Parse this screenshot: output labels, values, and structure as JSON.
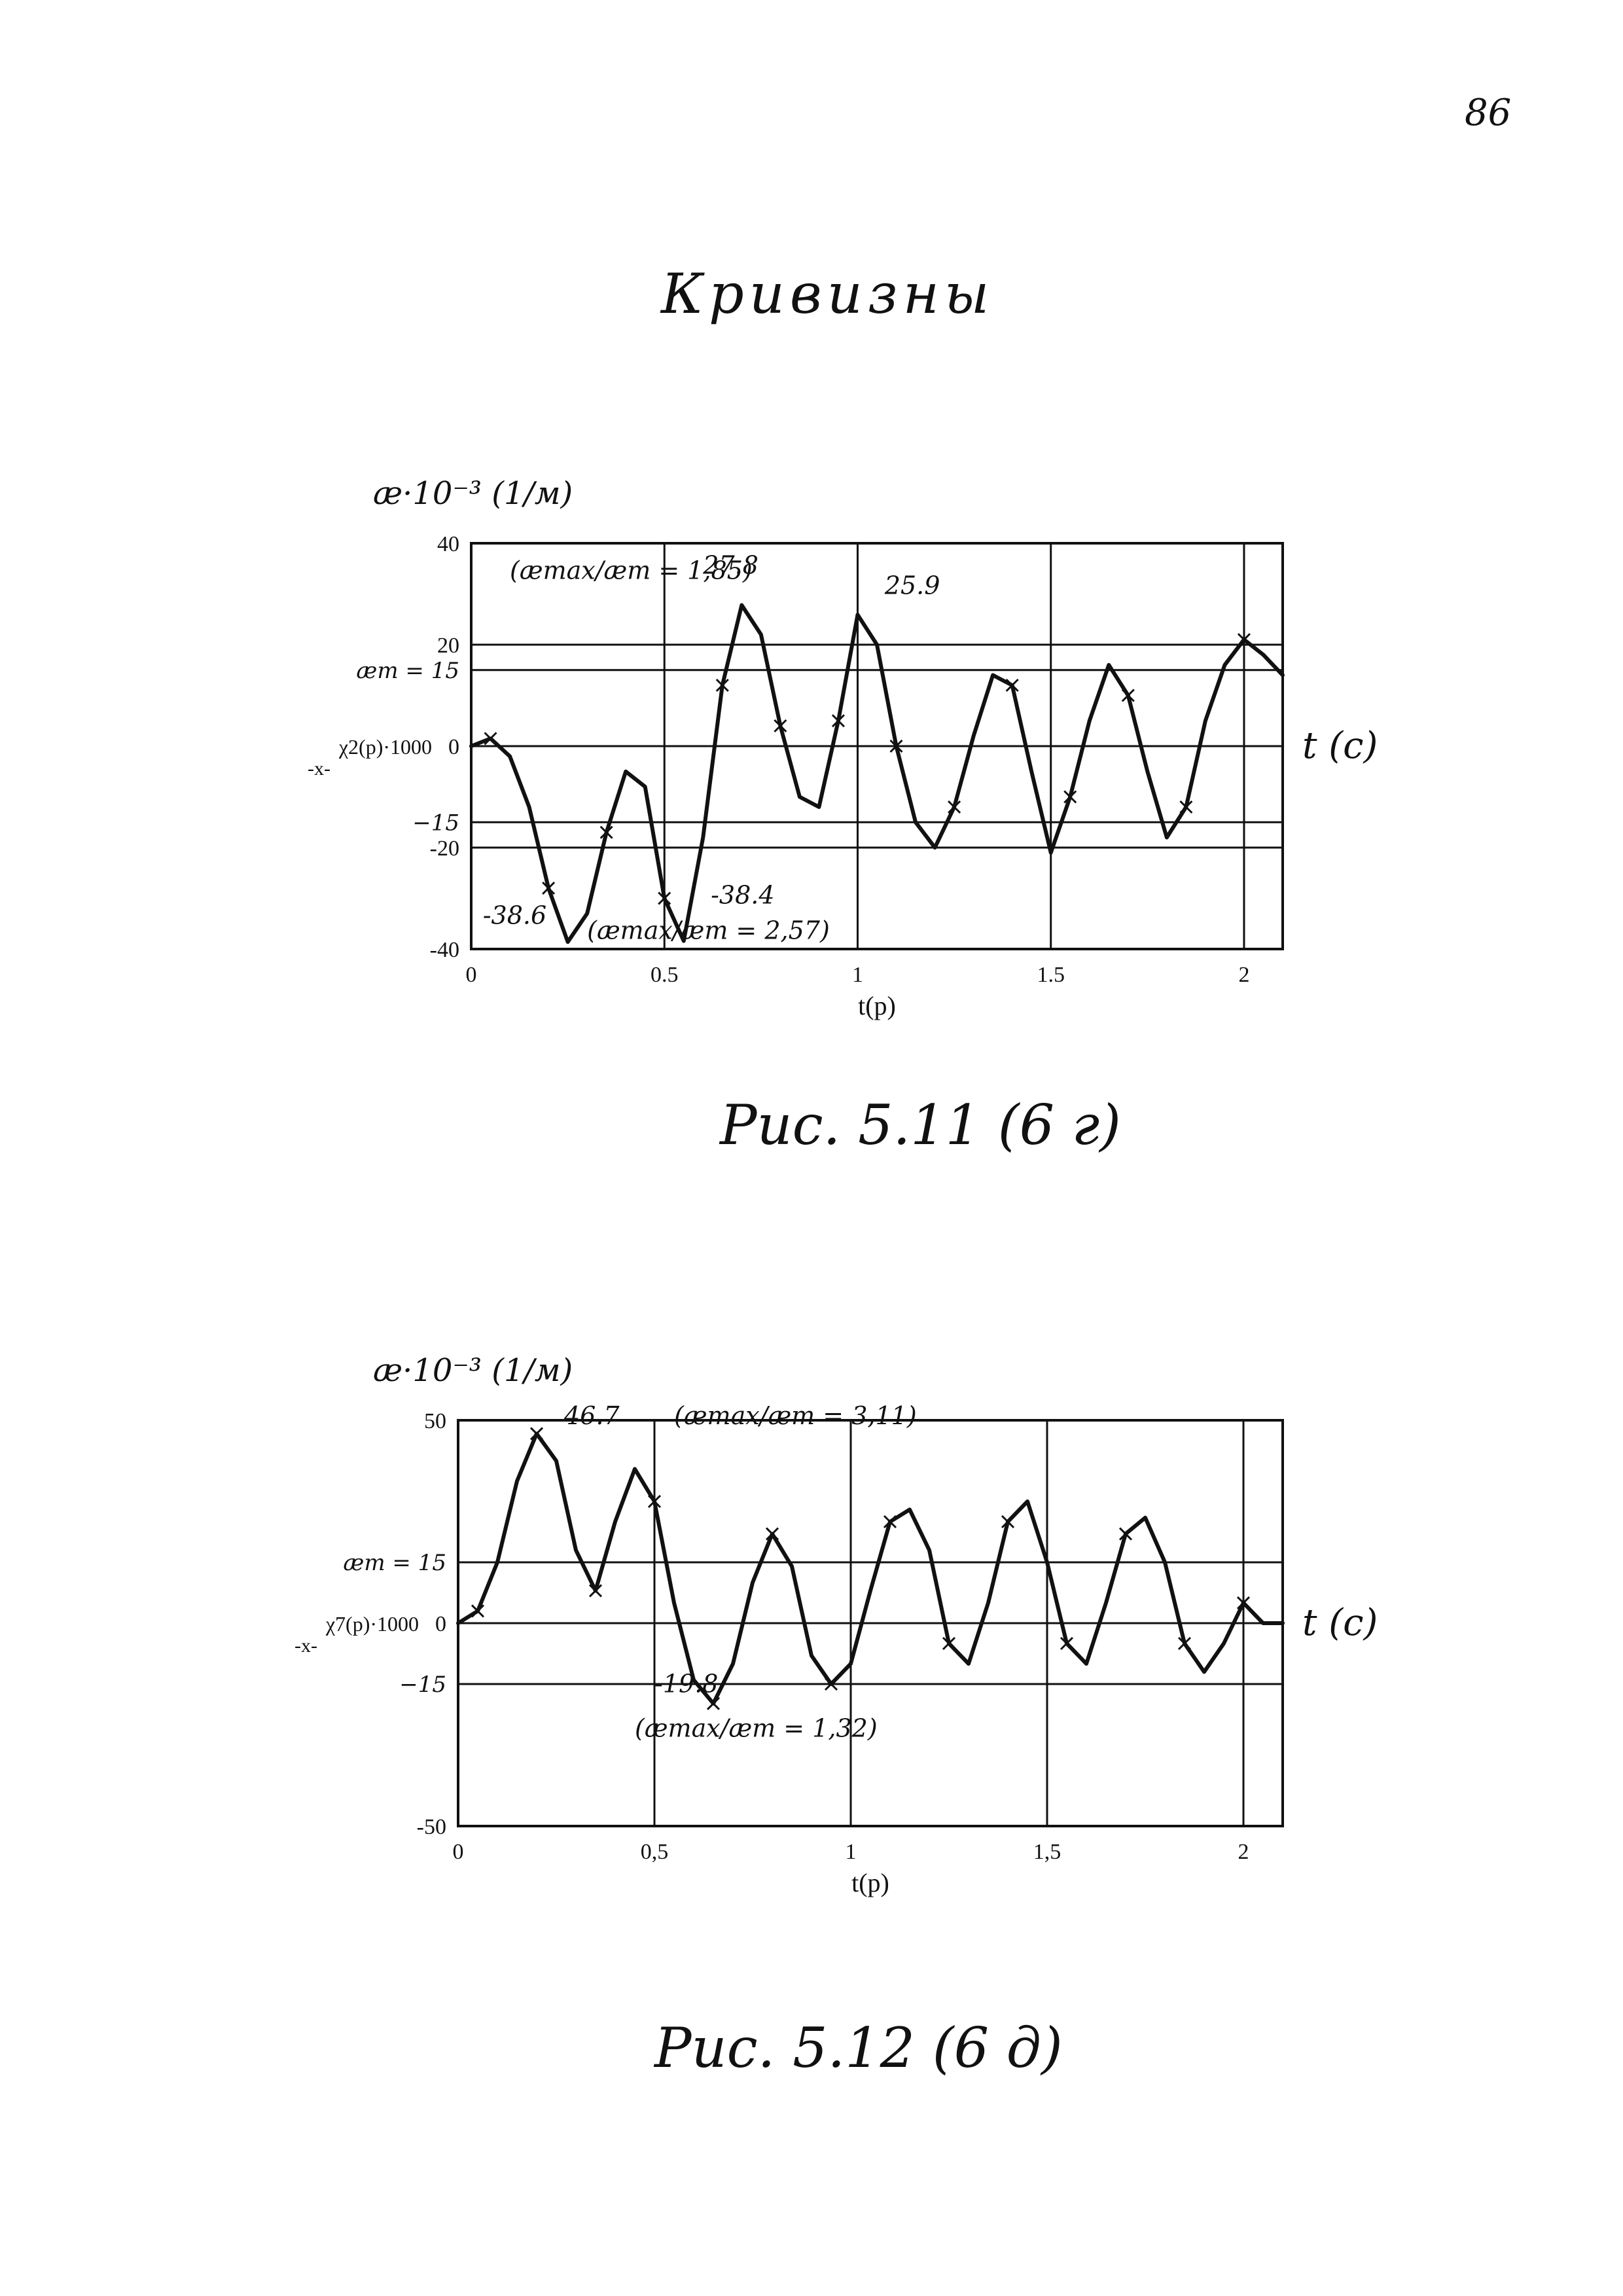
{
  "page_number": "86",
  "title": "Кривизны",
  "captions": [
    "Рис. 5.11    (6 г)",
    "Рис. 5.12    (6 д)"
  ],
  "chart_data": [
    {
      "type": "line",
      "ylabel": "æ·10⁻³ (1/м)",
      "xlabel": "t(p)",
      "x_axis_note": "t (c)",
      "series_label": "χ2(p)·1000",
      "series_marker_label": "-x-",
      "xlim": [
        0,
        2.1
      ],
      "ylim": [
        -40,
        40
      ],
      "grid": true,
      "x_ticks": [
        {
          "v": 0,
          "label": "0"
        },
        {
          "v": 0.5,
          "label": "0.5"
        },
        {
          "v": 1,
          "label": "1"
        },
        {
          "v": 1.5,
          "label": "1.5"
        },
        {
          "v": 2,
          "label": "2"
        }
      ],
      "y_ticks": [
        {
          "v": 40,
          "label": "40"
        },
        {
          "v": 20,
          "label": "20"
        },
        {
          "v": 0,
          "label": "0"
        },
        {
          "v": -20,
          "label": "-20"
        },
        {
          "v": -40,
          "label": "-40"
        }
      ],
      "threshold_labels": [
        {
          "v": 15,
          "label": "æт = 15"
        },
        {
          "v": -15,
          "label": "−15"
        }
      ],
      "series": [
        {
          "x": [
            0,
            0.05,
            0.1,
            0.15,
            0.2,
            0.25,
            0.3,
            0.35,
            0.4,
            0.45,
            0.5,
            0.55,
            0.6,
            0.65,
            0.7,
            0.75,
            0.8,
            0.85,
            0.9,
            0.95,
            1,
            1.05,
            1.1,
            1.15,
            1.2,
            1.25,
            1.3,
            1.35,
            1.4,
            1.45,
            1.5,
            1.55,
            1.6,
            1.65,
            1.7,
            1.75,
            1.8,
            1.85,
            1.9,
            1.95,
            2,
            2.05,
            2.1
          ],
          "values": [
            0,
            1.5,
            -2,
            -12,
            -28,
            -38.6,
            -33,
            -17,
            -5,
            -8,
            -30,
            -38.4,
            -18,
            12,
            27.8,
            22,
            4,
            -10,
            -12,
            5,
            25.9,
            20,
            0,
            -15,
            -20,
            -12,
            2,
            14,
            12,
            -5,
            -21,
            -10,
            5,
            16,
            10,
            -5,
            -18,
            -12,
            5,
            16,
            21,
            18,
            14
          ]
        }
      ],
      "annotations": [
        {
          "text": "(æmax/æт = 1,85)",
          "x": 0.1,
          "y": 33
        },
        {
          "text": "27.8",
          "x": 0.6,
          "y": 34
        },
        {
          "text": "25.9",
          "x": 1.07,
          "y": 30
        },
        {
          "text": "-38.6",
          "x": 0.03,
          "y": -35
        },
        {
          "text": "-38.4",
          "x": 0.62,
          "y": -31
        },
        {
          "text": "(æmax/æт = 2,57)",
          "x": 0.3,
          "y": -38
        }
      ]
    },
    {
      "type": "line",
      "ylabel": "æ·10⁻³ (1/м)",
      "xlabel": "t(p)",
      "x_axis_note": "t (c)",
      "series_label": "χ7(p)·1000",
      "series_marker_label": "-x-",
      "xlim": [
        0,
        2.1
      ],
      "ylim": [
        -50,
        50
      ],
      "grid": true,
      "x_ticks": [
        {
          "v": 0,
          "label": "0"
        },
        {
          "v": 0.5,
          "label": "0,5"
        },
        {
          "v": 1,
          "label": "1"
        },
        {
          "v": 1.5,
          "label": "1,5"
        },
        {
          "v": 2,
          "label": "2"
        }
      ],
      "y_ticks": [
        {
          "v": 50,
          "label": "50"
        },
        {
          "v": 0,
          "label": "0"
        },
        {
          "v": -50,
          "label": "-50"
        }
      ],
      "threshold_labels": [
        {
          "v": 15,
          "label": "æт = 15"
        },
        {
          "v": -15,
          "label": "−15"
        }
      ],
      "series": [
        {
          "x": [
            0,
            0.05,
            0.1,
            0.15,
            0.2,
            0.25,
            0.3,
            0.35,
            0.4,
            0.45,
            0.5,
            0.55,
            0.6,
            0.65,
            0.7,
            0.75,
            0.8,
            0.85,
            0.9,
            0.95,
            1,
            1.05,
            1.1,
            1.15,
            1.2,
            1.25,
            1.3,
            1.35,
            1.4,
            1.45,
            1.5,
            1.55,
            1.6,
            1.65,
            1.7,
            1.75,
            1.8,
            1.85,
            1.9,
            1.95,
            2,
            2.05,
            2.1
          ],
          "values": [
            0,
            3,
            15,
            35,
            46.7,
            40,
            18,
            8,
            25,
            38,
            30,
            5,
            -14,
            -19.8,
            -10,
            10,
            22,
            14,
            -8,
            -15,
            -10,
            8,
            25,
            28,
            18,
            -5,
            -10,
            5,
            25,
            30,
            15,
            -5,
            -10,
            5,
            22,
            26,
            15,
            -5,
            -12,
            -5,
            5,
            0,
            0
          ]
        }
      ],
      "annotations": [
        {
          "text": "46.7",
          "x": 0.27,
          "y": 49
        },
        {
          "text": "(æmax/æт = 3,11)",
          "x": 0.55,
          "y": 49
        },
        {
          "text": "-19.8",
          "x": 0.5,
          "y": -17
        },
        {
          "text": "(æmax/æт = 1,32)",
          "x": 0.45,
          "y": -28
        }
      ]
    }
  ]
}
